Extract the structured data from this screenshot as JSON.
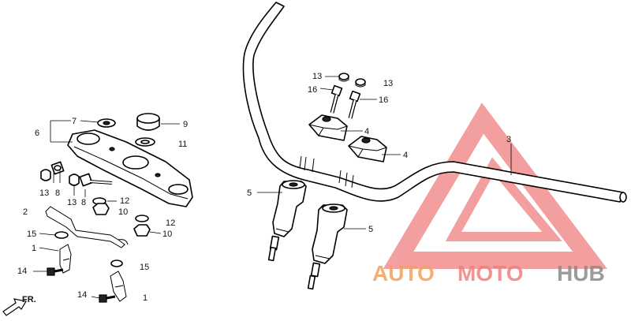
{
  "callouts": {
    "c1a": "1",
    "c1b": "1",
    "c2": "2",
    "c3": "3",
    "c4a": "4",
    "c4b": "4",
    "c5a": "5",
    "c5b": "5",
    "c6": "6",
    "c7": "7",
    "c8a": "8",
    "c8b": "8",
    "c9": "9",
    "c10a": "10",
    "c10b": "10",
    "c11": "11",
    "c12a": "12",
    "c12b": "12",
    "c13a": "13",
    "c13b": "13",
    "c13c": "13",
    "c13d": "13",
    "c14a": "14",
    "c14b": "14",
    "c15a": "15",
    "c15b": "15",
    "c16a": "16",
    "c16b": "16"
  },
  "direction": {
    "label": "FR."
  },
  "watermark": {
    "brand_a": "AUTO",
    "brand_b": "MOTO",
    "brand_c": "HUB"
  },
  "colors": {
    "watermark_red": "#f08080",
    "watermark_orange": "#f3a35a",
    "watermark_grey": "#8a8a8a"
  }
}
